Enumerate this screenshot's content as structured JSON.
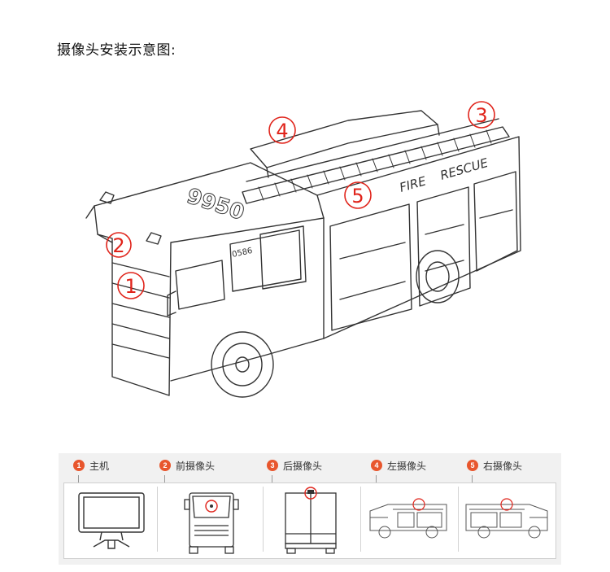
{
  "caption": "摄像头安装示意图:",
  "diagram": {
    "truck_lettering_front": "9950",
    "truck_lettering_side_a": "FIRE",
    "truck_lettering_side_b": "RESCUE",
    "truck_cab_number": "0586",
    "markers": [
      "1",
      "2",
      "3",
      "4",
      "5"
    ],
    "marker_color": "#e0241b"
  },
  "legend": {
    "dot_color": "#e8562d",
    "items": [
      {
        "num": "1",
        "label": "主机"
      },
      {
        "num": "2",
        "label": "前摄像头"
      },
      {
        "num": "3",
        "label": "后摄像头"
      },
      {
        "num": "4",
        "label": "左摄像头"
      },
      {
        "num": "5",
        "label": "右摄像头"
      }
    ]
  }
}
